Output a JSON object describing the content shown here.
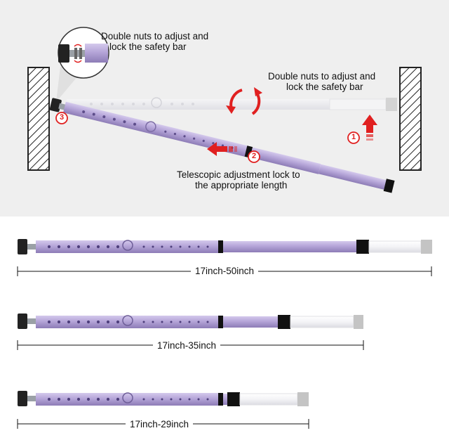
{
  "annotations": {
    "callout_1_line1": "Double nuts to adjust and",
    "callout_1_line2": "lock the safety bar",
    "callout_2_line1": "Double nuts to adjust and",
    "callout_2_line2": "lock the safety bar",
    "callout_3_line1": "Telescopic adjustment lock to",
    "callout_3_line2": "the appropriate length",
    "step_1": "1",
    "step_2": "2",
    "step_3": "3"
  },
  "sizes": [
    {
      "label": "17inch-50inch"
    },
    {
      "label": "17inch-35inch"
    },
    {
      "label": "17inch-29inch"
    }
  ],
  "colors": {
    "bar": "#b7a8d6",
    "bar_dark": "#8f7fb8",
    "tip_clear": "#f2f2f4",
    "tip_gray": "#bdbdbd",
    "arrow_red": "#e02020",
    "wall_hatch": "#222222"
  }
}
